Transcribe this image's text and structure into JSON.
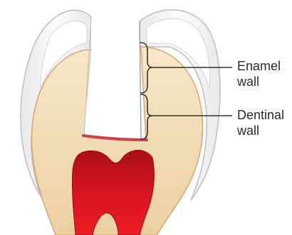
{
  "labels": {
    "enamel_line1": "Enamel",
    "enamel_line2": "wall",
    "dentinal_line1": "Dentinal",
    "dentinal_line2": "wall"
  },
  "colors": {
    "enamel_fill": "#f4f4f6",
    "enamel_outline": "#bdbdbd",
    "dentin_fill": "#f2dcb6",
    "dentin_outline": "#d9a878",
    "pulp_fill": "#d7141f",
    "pulp_dark": "#a80f16",
    "cavity_floor": "#c8444a",
    "leader_line": "#333333"
  }
}
